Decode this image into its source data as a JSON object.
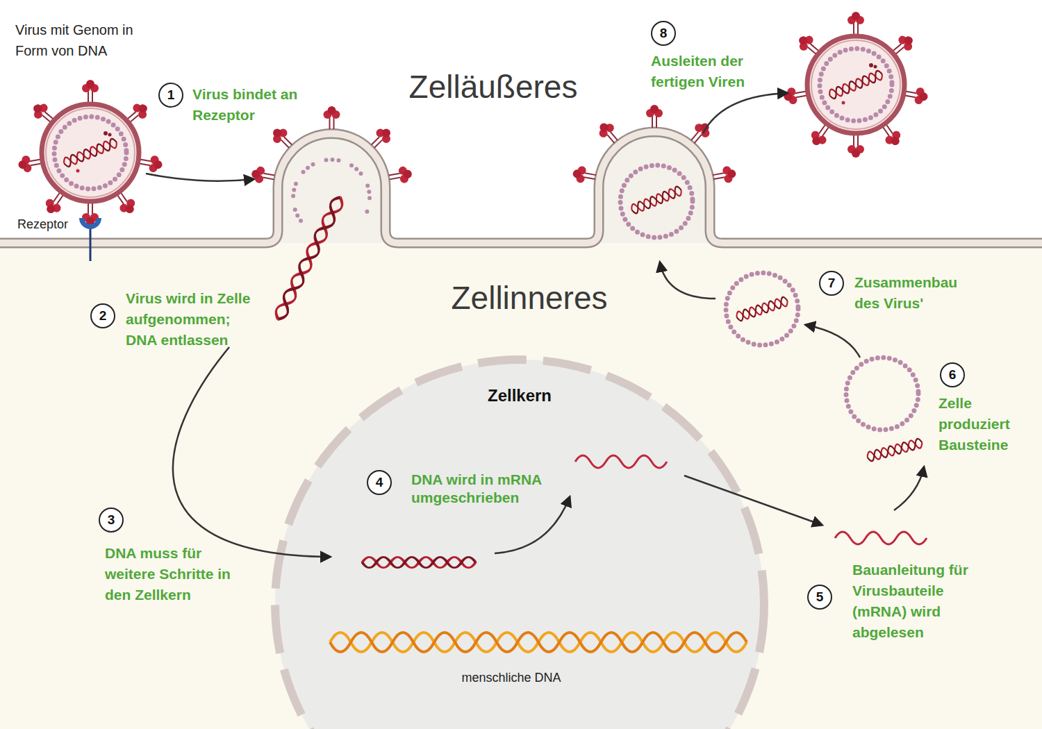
{
  "diagram": {
    "nodes": [
      {
        "text": [
          "Zelläußeres"
        ]
      },
      {
        "text": [
          "Zellinneres"
        ]
      },
      {
        "text": [
          "Zellkern",
          "menschliche DNA"
        ],
        "in": 1
      }
    ],
    "labels": [
      "Virus mit Genom in Form von DNA",
      "Rezeptor",
      "1",
      "Virus bindet an Rezeptor",
      "8",
      "Ausleiten der fertigen Viren",
      "2",
      "Virus wird in Zelle aufgenommen; DNA entlassen",
      "7",
      "Zusammenbau des Virus'",
      "6",
      "Zelle produziert Bausteine",
      "4",
      "DNA wird in mRNA umgeschrieben",
      "3",
      "DNA muss für weitere Schritte in den Zellkern",
      "5",
      "Bauanleitung für Virusbauteile (mRNA) wird abgelesen"
    ]
  }
}
